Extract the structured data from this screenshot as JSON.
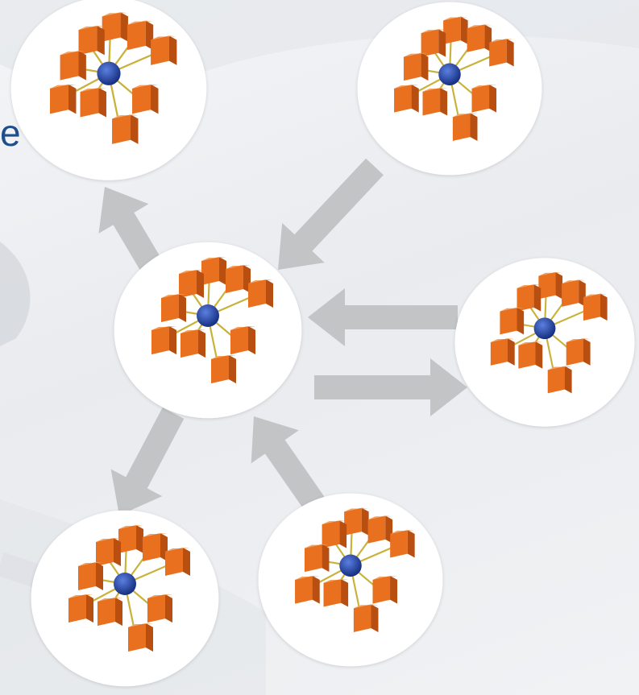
{
  "slide": {
    "partial_text": "e",
    "colors": {
      "background": "#eef0f2",
      "arrow": "#c3c4c6",
      "node_fill": "#ffffff",
      "hub": "#1f3f9e",
      "server_front": "#e8701f",
      "server_side": "#b84f10",
      "server_top": "#f4a25f",
      "link": "#c9b23a",
      "text": "#1f4e8c"
    }
  },
  "diagram": {
    "nodes": [
      {
        "id": "center",
        "icon": "network-cluster-icon"
      },
      {
        "id": "top-left",
        "icon": "network-cluster-icon"
      },
      {
        "id": "top-right",
        "icon": "network-cluster-icon"
      },
      {
        "id": "right",
        "icon": "network-cluster-icon"
      },
      {
        "id": "bottom-left",
        "icon": "network-cluster-icon"
      },
      {
        "id": "bottom-right",
        "icon": "network-cluster-icon"
      }
    ],
    "edges": [
      {
        "from": "center",
        "to": "top-left"
      },
      {
        "from": "top-right",
        "to": "center"
      },
      {
        "from": "right",
        "to": "center"
      },
      {
        "from": "center",
        "to": "right"
      },
      {
        "from": "center",
        "to": "bottom-left"
      },
      {
        "from": "bottom-right",
        "to": "center"
      }
    ]
  }
}
